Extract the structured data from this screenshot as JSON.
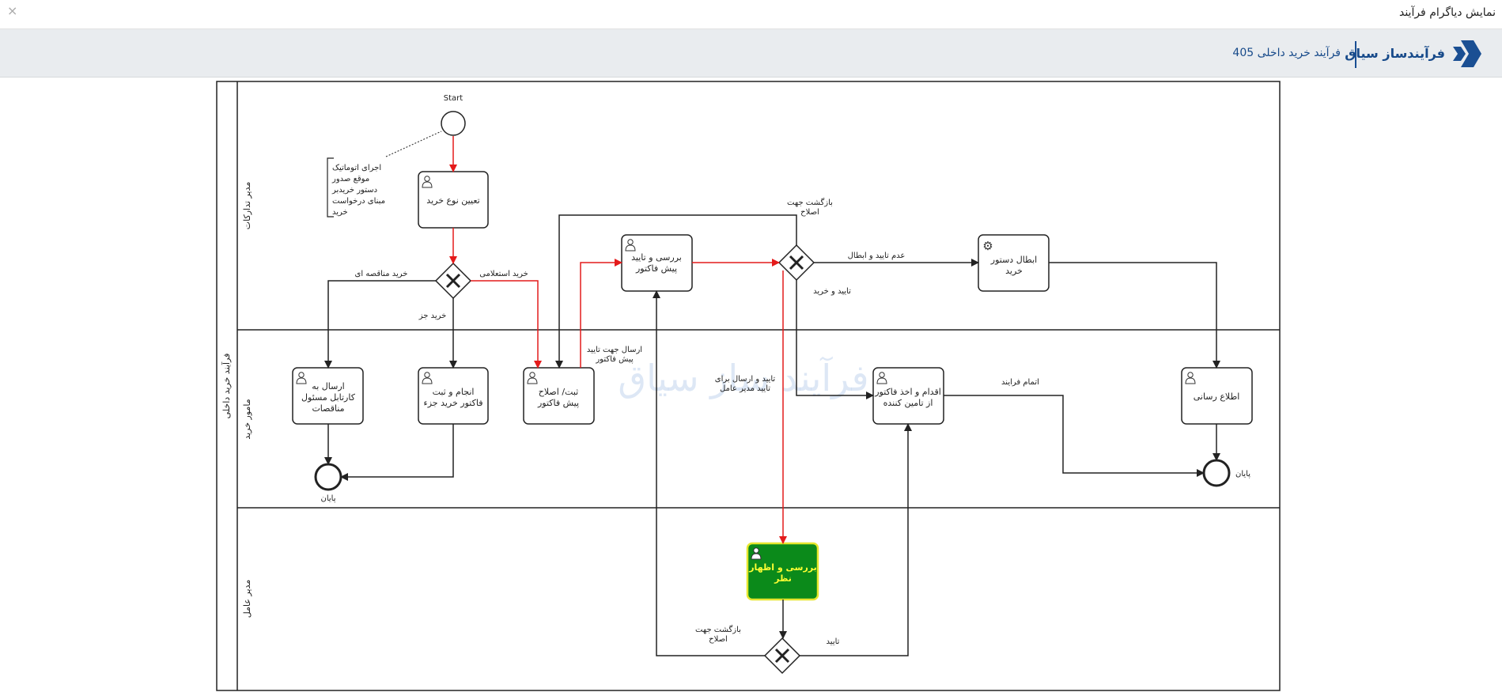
{
  "window": {
    "title": "نمایش دیاگرام فرآیند",
    "close_label": "×"
  },
  "header": {
    "brand": "فرآیندساز سیاق",
    "process_name": "فرآیند خرید داخلی 405"
  },
  "diagram": {
    "pool": "فرآیند خرید داخلی",
    "lanes": [
      "مدیر تدارکات",
      "مامور خرید",
      "مدیر عامل"
    ],
    "watermark": "فرآیند ساز سیاق",
    "start_label": "Start",
    "annotation": [
      "اجرای اتوماتیک",
      "موقع صدور",
      "دستور خریدبر",
      "مبنای درخواست",
      "خرید"
    ],
    "tasks": {
      "determine_type": [
        "تعیین نوع خرید"
      ],
      "review_proforma": [
        "بررسی و تایید",
        "پیش فاکتور"
      ],
      "cancel_order": [
        "ابطال دستور",
        "خرید"
      ],
      "send_cartable": [
        "ارسال به",
        "کارتابل مسئول",
        "مناقصات"
      ],
      "partial_purchase": [
        "انجام و ثبت",
        "فاکتور خرید جزء"
      ],
      "register_proforma": [
        "ثبت/ اصلاح",
        "پیش فاکتور"
      ],
      "get_invoice": [
        "اقدام و اخذ فاکتور",
        "از تامین کننده"
      ],
      "notify": [
        "اطلاع رسانی"
      ],
      "ceo_review": [
        "بررسی و اظهار",
        "نظر"
      ]
    },
    "flows": {
      "tender": "خرید مناقصه ای",
      "inquiry": "خرید استعلامی",
      "partial": "خرید جز",
      "send_for_approval": [
        "ارسال جهت تایید",
        "پیش فاکتور"
      ],
      "return_fix_top": [
        "بازگشت جهت",
        "اصلاح"
      ],
      "reject_cancel": "عدم تایید و ابطال",
      "approve_buy": "تایید و خرید",
      "approve_send_ceo": [
        "تایید و ارسال برای",
        "تایید مدیر عامل"
      ],
      "finish": "اتمام فرایند",
      "return_fix_bottom": [
        "بازگشت جهت",
        "اصلاح"
      ],
      "approve": "تایید"
    },
    "end_label": "پایان"
  },
  "colors": {
    "active_fill": "#0b8a1a",
    "active_border": "#e6e62e",
    "active_text": "#ffff33",
    "flow_active": "#e41b1b",
    "flow_default": "#222222",
    "brand": "#174a8a"
  }
}
